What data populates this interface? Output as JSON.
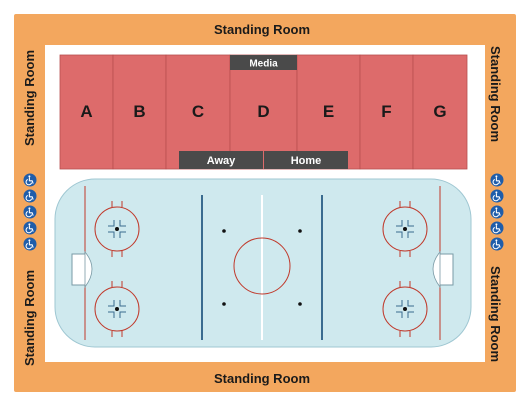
{
  "standing_room": {
    "top": "Standing Room",
    "bottom": "Standing Room",
    "left_upper": "Standing Room",
    "left_lower": "Standing Room",
    "right_upper": "Standing Room",
    "right_lower": "Standing Room"
  },
  "sections": [
    "A",
    "B",
    "C",
    "D",
    "E",
    "F",
    "G"
  ],
  "tags": {
    "media": "Media",
    "away": "Away",
    "home": "Home"
  },
  "accessibility": {
    "icon": "wheelchair-icon",
    "left_count": 5,
    "right_count": 5
  },
  "colors": {
    "standing_room": "#F3A75E",
    "seating": "#DD6B6B",
    "seating_border": "#B84F4F",
    "tag": "#4A4A4A",
    "ice": "#CFE9EE",
    "rink_line_red": "#C0392B",
    "rink_line_blue": "#3A6B8F",
    "accessible": "#1F5DAA"
  }
}
